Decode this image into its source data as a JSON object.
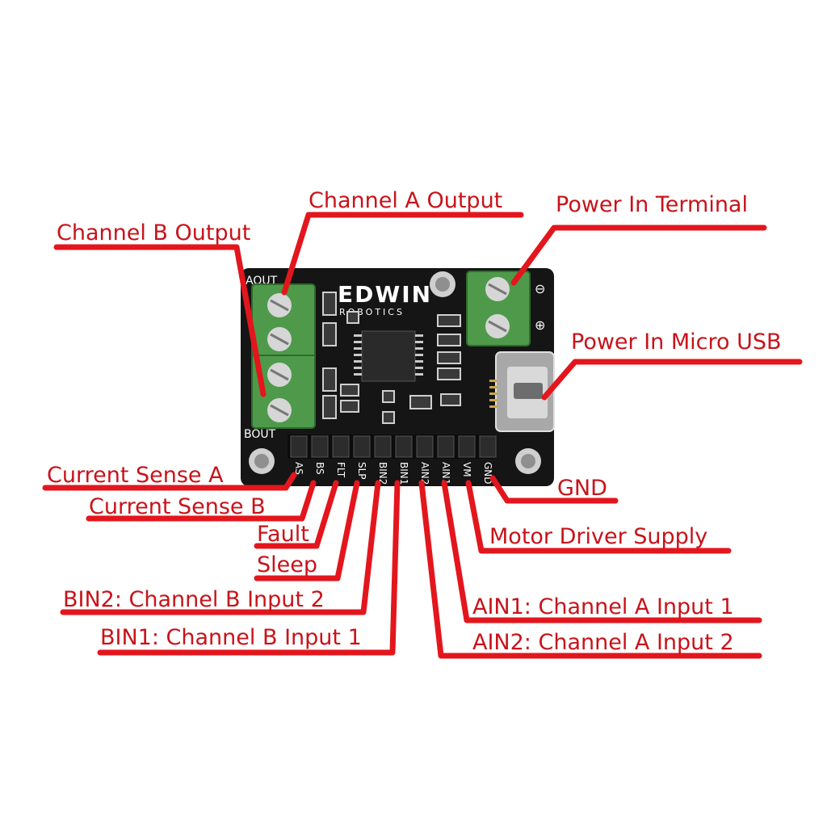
{
  "colors": {
    "accent": "#e3161d",
    "label_text": "#c8131a",
    "pcb": "#141414",
    "terminal_green": "#4e9a4a"
  },
  "board": {
    "brand": "EDWIN",
    "sub_brand": "ROBOTICS",
    "silk_aout": "AOUT",
    "silk_bout": "BOUT",
    "pin_labels": [
      "AS",
      "BS",
      "FLT",
      "SLP",
      "BIN2",
      "BIN1",
      "AIN2",
      "AIN1",
      "VM",
      "GND"
    ]
  },
  "callouts": [
    {
      "id": "channel-a-output",
      "text": "Channel A Output"
    },
    {
      "id": "channel-b-output",
      "text": "Channel B Output"
    },
    {
      "id": "power-in-terminal",
      "text": "Power In Terminal"
    },
    {
      "id": "power-in-micro-usb",
      "text": "Power In Micro USB"
    },
    {
      "id": "current-sense-a",
      "text": "Current Sense A"
    },
    {
      "id": "current-sense-b",
      "text": "Current Sense B"
    },
    {
      "id": "fault",
      "text": "Fault"
    },
    {
      "id": "sleep",
      "text": "Sleep"
    },
    {
      "id": "bin2",
      "text": "BIN2: Channel B Input 2"
    },
    {
      "id": "bin1",
      "text": "BIN1: Channel B Input 1"
    },
    {
      "id": "gnd",
      "text": "GND"
    },
    {
      "id": "motor-driver-supply",
      "text": "Motor Driver Supply"
    },
    {
      "id": "ain1",
      "text": "AIN1: Channel A Input 1"
    },
    {
      "id": "ain2",
      "text": "AIN2: Channel A Input 2"
    }
  ]
}
